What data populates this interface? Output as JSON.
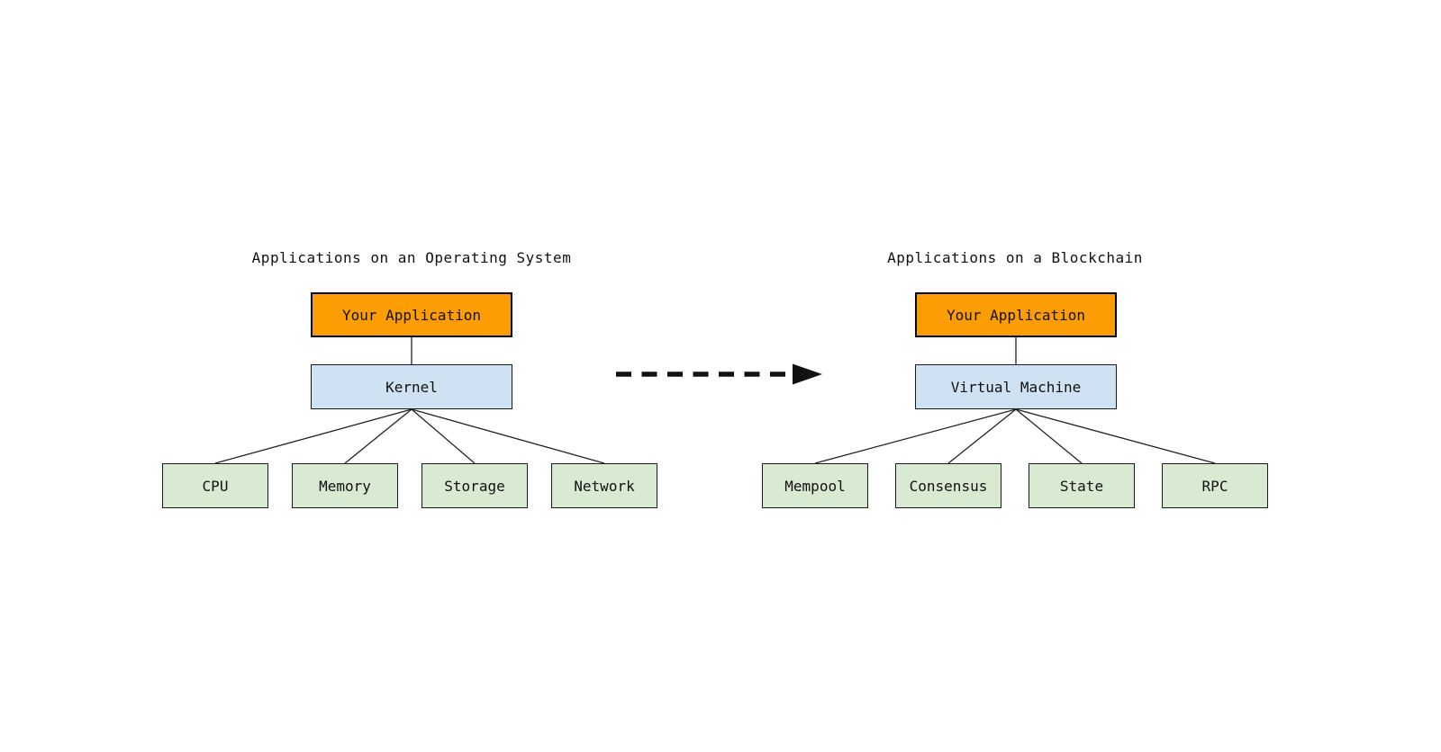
{
  "left_diagram": {
    "title": "Applications on an Operating System",
    "top_box": "Your Application",
    "middle_box": "Kernel",
    "leaf_boxes": [
      "CPU",
      "Memory",
      "Storage",
      "Network"
    ]
  },
  "right_diagram": {
    "title": "Applications on a Blockchain",
    "top_box": "Your Application",
    "middle_box": "Virtual Machine",
    "leaf_boxes": [
      "Mempool",
      "Consensus",
      "State",
      "RPC"
    ]
  },
  "arrow": {
    "meaning": "transformation-arrow",
    "direction": "right"
  },
  "colors": {
    "top_box_fill": "#FC9D04",
    "middle_box_fill": "#CFE2F3",
    "leaf_box_fill": "#D9EAD3",
    "box_border": "#000000",
    "edge_line": "#222222",
    "arrow_color": "#111111",
    "background": "#FFFFFF",
    "text": "#111111"
  }
}
